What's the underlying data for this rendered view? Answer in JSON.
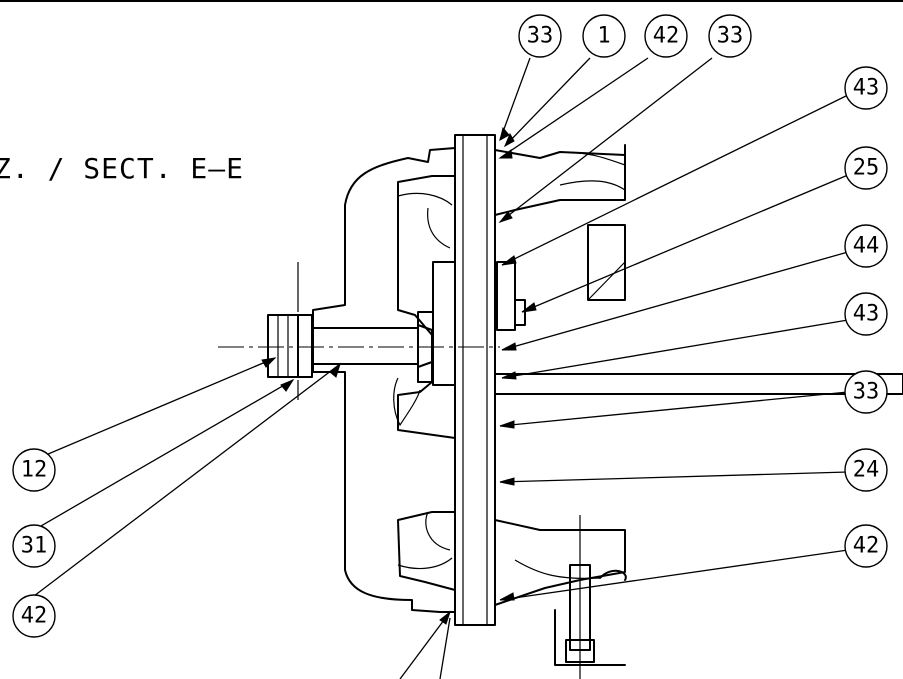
{
  "section_title": "Z. / SECT. E–E",
  "callouts": {
    "c1": "33",
    "c2": "1",
    "c3": "42",
    "c4": "33",
    "c5": "43",
    "c6": "25",
    "c7": "44",
    "c8": "43",
    "c9": "33",
    "c10": "24",
    "c11": "42",
    "c12": "12",
    "c13": "31",
    "c14": "42"
  }
}
